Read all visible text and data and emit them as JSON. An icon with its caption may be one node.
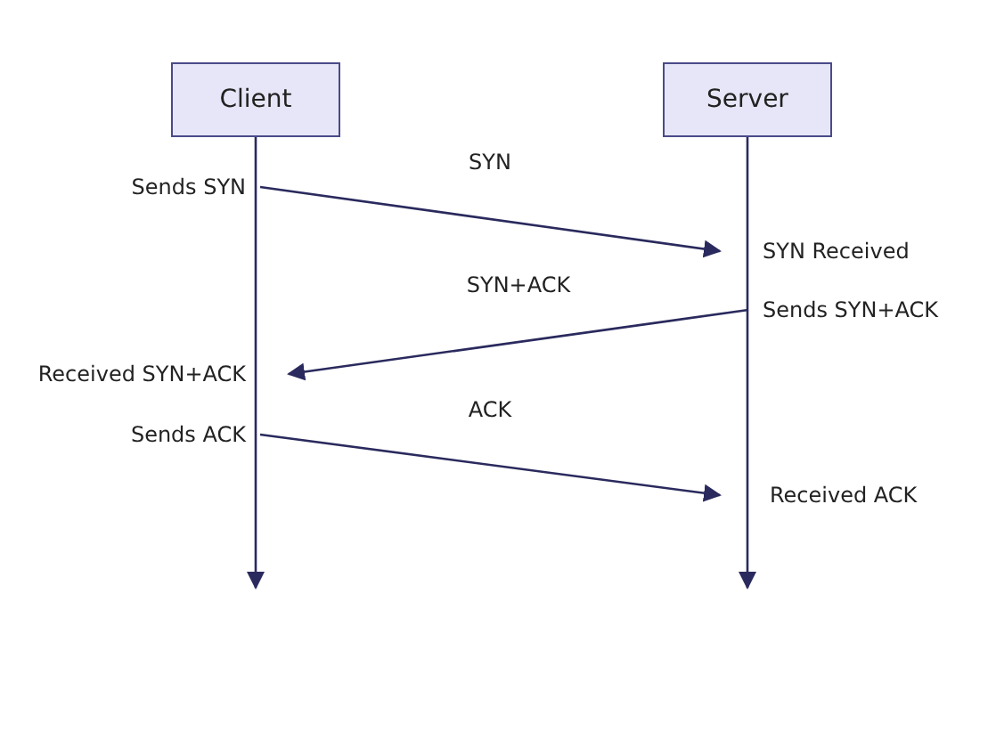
{
  "diagram": {
    "nodes": [
      {
        "text": [
          "Client"
        ]
      },
      {
        "text": [
          "Server"
        ]
      },
      {
        "text": [
          "Sends SYN"
        ]
      },
      {
        "text": [
          "SYN Received"
        ]
      },
      {
        "text": [
          "Sends SYN+ACK"
        ]
      },
      {
        "text": [
          "Received SYN+ACK"
        ]
      },
      {
        "text": [
          "Sends ACK"
        ]
      },
      {
        "text": [
          "Received ACK"
        ]
      }
    ],
    "edges": [
      {
        "from": 0,
        "to": null,
        "arrow": "to"
      },
      {
        "from": 1,
        "to": null,
        "arrow": "to"
      },
      {
        "from": 2,
        "to": 3,
        "arrow": "to",
        "label": "SYN"
      },
      {
        "from": 4,
        "to": 5,
        "arrow": "to",
        "label": "SYN+ACK"
      },
      {
        "from": 6,
        "to": 7,
        "arrow": "to",
        "label": "ACK"
      }
    ]
  }
}
